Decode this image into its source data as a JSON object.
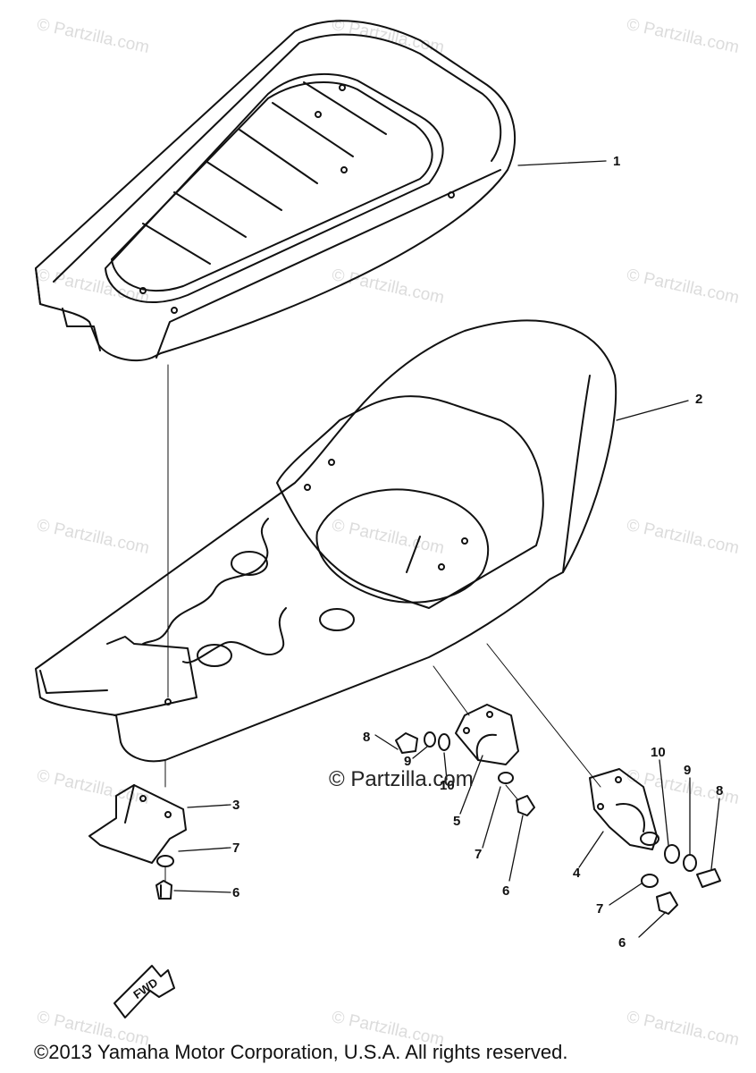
{
  "watermark": "© Partzilla.com",
  "center_mark": "© Partzilla.com",
  "copyright": "©2013 Yamaha Motor Corporation, U.S.A. All rights reserved.",
  "fwd_label": "FWD",
  "callouts": {
    "c1": "1",
    "c2": "2",
    "c3": "3",
    "c4": "4",
    "c5": "5",
    "c6a": "6",
    "c6b": "6",
    "c6c": "6",
    "c7a": "7",
    "c7b": "7",
    "c7c": "7",
    "c8a": "8",
    "c8b": "8",
    "c9a": "9",
    "c9b": "9",
    "c10a": "10",
    "c10b": "10"
  }
}
